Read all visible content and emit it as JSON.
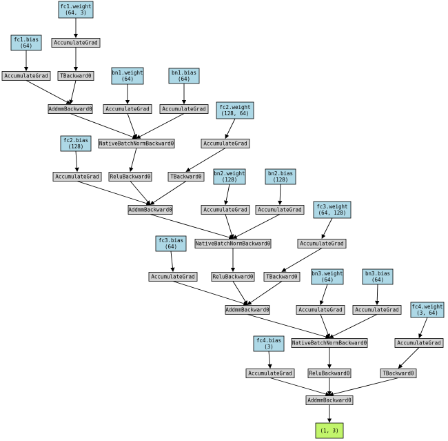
{
  "colors": {
    "param": "#add8e6",
    "op": "#d3d3d3",
    "output": "#c2f56b",
    "edge": "#000000"
  },
  "nodes": {
    "fc1_weight": {
      "lines": [
        "fc1.weight",
        "(64, 3)"
      ],
      "kind": "param"
    },
    "fc1_bias": {
      "lines": [
        "fc1.bias",
        "(64)"
      ],
      "kind": "param"
    },
    "ag_fc1w": {
      "lines": [
        "AccumulateGrad"
      ],
      "kind": "op"
    },
    "ag_fc1b": {
      "lines": [
        "AccumulateGrad"
      ],
      "kind": "op"
    },
    "t0": {
      "lines": [
        "TBackward0"
      ],
      "kind": "op"
    },
    "bn1_weight": {
      "lines": [
        "bn1.weight",
        "(64)"
      ],
      "kind": "param"
    },
    "bn1_bias": {
      "lines": [
        "bn1.bias",
        "(64)"
      ],
      "kind": "param"
    },
    "addmm0": {
      "lines": [
        "AddmmBackward0"
      ],
      "kind": "op"
    },
    "ag_bn1w": {
      "lines": [
        "AccumulateGrad"
      ],
      "kind": "op"
    },
    "ag_bn1b": {
      "lines": [
        "AccumulateGrad"
      ],
      "kind": "op"
    },
    "fc2_weight": {
      "lines": [
        "fc2.weight",
        "(128, 64)"
      ],
      "kind": "param"
    },
    "bn0": {
      "lines": [
        "NativeBatchNormBackward0"
      ],
      "kind": "op"
    },
    "ag_fc2w": {
      "lines": [
        "AccumulateGrad"
      ],
      "kind": "op"
    },
    "fc2_bias": {
      "lines": [
        "fc2.bias",
        "(128)"
      ],
      "kind": "param"
    },
    "ag_fc2b": {
      "lines": [
        "AccumulateGrad"
      ],
      "kind": "op"
    },
    "relu0": {
      "lines": [
        "ReluBackward0"
      ],
      "kind": "op"
    },
    "t1": {
      "lines": [
        "TBackward0"
      ],
      "kind": "op"
    },
    "bn2_weight": {
      "lines": [
        "bn2.weight",
        "(128)"
      ],
      "kind": "param"
    },
    "bn2_bias": {
      "lines": [
        "bn2.bias",
        "(128)"
      ],
      "kind": "param"
    },
    "addmm1": {
      "lines": [
        "AddmmBackward0"
      ],
      "kind": "op"
    },
    "ag_bn2w": {
      "lines": [
        "AccumulateGrad"
      ],
      "kind": "op"
    },
    "ag_bn2b": {
      "lines": [
        "AccumulateGrad"
      ],
      "kind": "op"
    },
    "fc3_weight": {
      "lines": [
        "fc3.weight",
        "(64, 128)"
      ],
      "kind": "param"
    },
    "bn1": {
      "lines": [
        "NativeBatchNormBackward0"
      ],
      "kind": "op"
    },
    "ag_fc3w": {
      "lines": [
        "AccumulateGrad"
      ],
      "kind": "op"
    },
    "fc3_bias": {
      "lines": [
        "fc3.bias",
        "(64)"
      ],
      "kind": "param"
    },
    "ag_fc3b": {
      "lines": [
        "AccumulateGrad"
      ],
      "kind": "op"
    },
    "relu1": {
      "lines": [
        "ReluBackward0"
      ],
      "kind": "op"
    },
    "t2": {
      "lines": [
        "TBackward0"
      ],
      "kind": "op"
    },
    "bn3_weight": {
      "lines": [
        "bn3.weight",
        "(64)"
      ],
      "kind": "param"
    },
    "bn3_bias": {
      "lines": [
        "bn3.bias",
        "(64)"
      ],
      "kind": "param"
    },
    "fc4_weight": {
      "lines": [
        "fc4.weight",
        "(3, 64)"
      ],
      "kind": "param"
    },
    "addmm2": {
      "lines": [
        "AddmmBackward0"
      ],
      "kind": "op"
    },
    "ag_bn3w": {
      "lines": [
        "AccumulateGrad"
      ],
      "kind": "op"
    },
    "ag_bn3b": {
      "lines": [
        "AccumulateGrad"
      ],
      "kind": "op"
    },
    "bn2": {
      "lines": [
        "NativeBatchNormBackward0"
      ],
      "kind": "op"
    },
    "ag_fc4w": {
      "lines": [
        "AccumulateGrad"
      ],
      "kind": "op"
    },
    "fc4_bias": {
      "lines": [
        "fc4.bias",
        "(3)"
      ],
      "kind": "param"
    },
    "ag_fc4b": {
      "lines": [
        "AccumulateGrad"
      ],
      "kind": "op"
    },
    "relu2": {
      "lines": [
        "ReluBackward0"
      ],
      "kind": "op"
    },
    "t3": {
      "lines": [
        "TBackward0"
      ],
      "kind": "op"
    },
    "addmm3": {
      "lines": [
        "AddmmBackward0"
      ],
      "kind": "op"
    },
    "output": {
      "lines": [
        "(1, 3)"
      ],
      "kind": "output"
    }
  },
  "edges": [
    [
      "fc1_weight",
      "ag_fc1w"
    ],
    [
      "ag_fc1w",
      "t0"
    ],
    [
      "fc1_bias",
      "ag_fc1b"
    ],
    [
      "ag_fc1b",
      "addmm0"
    ],
    [
      "t0",
      "addmm0"
    ],
    [
      "bn1_weight",
      "ag_bn1w"
    ],
    [
      "bn1_bias",
      "ag_bn1b"
    ],
    [
      "addmm0",
      "bn0"
    ],
    [
      "ag_bn1w",
      "bn0"
    ],
    [
      "ag_bn1b",
      "bn0"
    ],
    [
      "fc2_weight",
      "ag_fc2w"
    ],
    [
      "ag_fc2w",
      "t1"
    ],
    [
      "bn0",
      "relu0"
    ],
    [
      "fc2_bias",
      "ag_fc2b"
    ],
    [
      "ag_fc2b",
      "addmm1"
    ],
    [
      "relu0",
      "addmm1"
    ],
    [
      "t1",
      "addmm1"
    ],
    [
      "bn2_weight",
      "ag_bn2w"
    ],
    [
      "bn2_bias",
      "ag_bn2b"
    ],
    [
      "addmm1",
      "bn1"
    ],
    [
      "ag_bn2w",
      "bn1"
    ],
    [
      "ag_bn2b",
      "bn1"
    ],
    [
      "fc3_weight",
      "ag_fc3w"
    ],
    [
      "ag_fc3w",
      "t2"
    ],
    [
      "bn1",
      "relu1"
    ],
    [
      "fc3_bias",
      "ag_fc3b"
    ],
    [
      "ag_fc3b",
      "addmm2"
    ],
    [
      "relu1",
      "addmm2"
    ],
    [
      "t2",
      "addmm2"
    ],
    [
      "bn3_weight",
      "ag_bn3w"
    ],
    [
      "bn3_bias",
      "ag_bn3b"
    ],
    [
      "addmm2",
      "bn2"
    ],
    [
      "ag_bn3w",
      "bn2"
    ],
    [
      "ag_bn3b",
      "bn2"
    ],
    [
      "fc4_weight",
      "ag_fc4w"
    ],
    [
      "ag_fc4w",
      "t3"
    ],
    [
      "bn2",
      "relu2"
    ],
    [
      "fc4_bias",
      "ag_fc4b"
    ],
    [
      "ag_fc4b",
      "addmm3"
    ],
    [
      "relu2",
      "addmm3"
    ],
    [
      "t3",
      "addmm3"
    ],
    [
      "addmm3",
      "output"
    ]
  ]
}
